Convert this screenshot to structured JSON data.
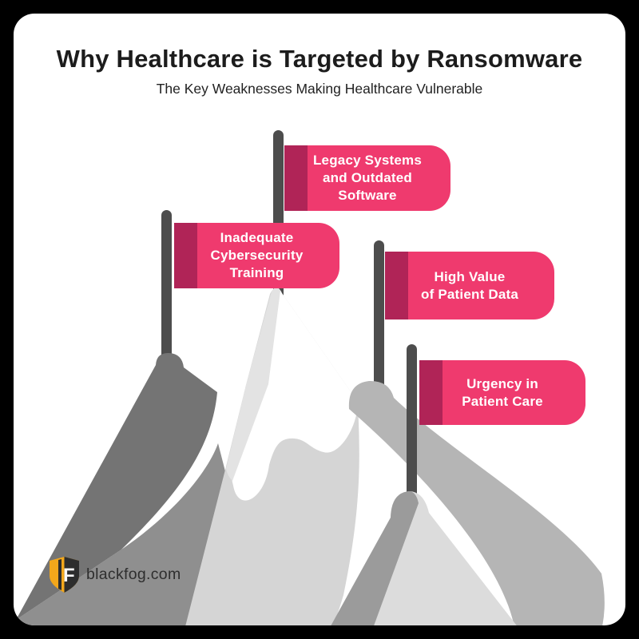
{
  "header": {
    "title": "Why Healthcare is Targeted by Ransomware",
    "subtitle": "The Key Weaknesses Making Healthcare Vulnerable"
  },
  "flags": [
    {
      "label": "Legacy Systems\nand Outdated\nSoftware"
    },
    {
      "label": "Inadequate\nCybersecurity\nTraining"
    },
    {
      "label": "High Value\nof Patient Data"
    },
    {
      "label": "Urgency in\nPatient Care"
    }
  ],
  "footer": {
    "website": "blackfog.com",
    "logo_icon": "blackfog-shield-icon"
  },
  "colors": {
    "flag_pink": "#ef3a6e",
    "flag_dark_pink": "#b02457",
    "pole_gray": "#4d4d4d",
    "mountain_dark": "#747474",
    "mountain_medium": "#8f8f8f",
    "mountain_body": "#d5d5d5",
    "mountain_face": "#e3e3e3",
    "hill_band": "#b5b5b5",
    "right_band": "#9b9b9b",
    "right_face": "#dcdcdc",
    "snow": "#ffffff",
    "background": "#000000",
    "card": "#ffffff",
    "logo_gold": "#f2a71b",
    "logo_dark": "#2d2d2d"
  }
}
